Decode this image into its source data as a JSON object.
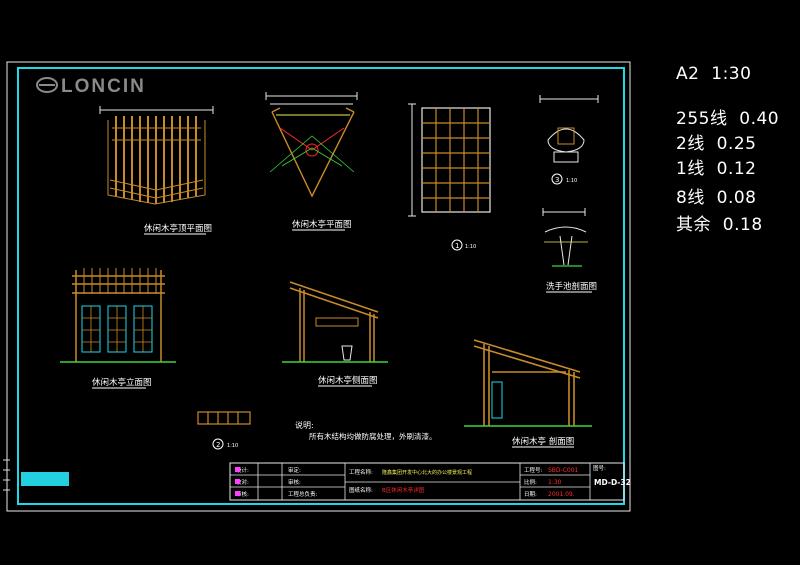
{
  "logo": {
    "text": "LONCIN"
  },
  "legend": {
    "paper": "A2  1:30",
    "rows": [
      "255线  0.40",
      "2线  0.25",
      "1线  0.12",
      "8线  0.08",
      "其余  0.18"
    ]
  },
  "views": {
    "top_plan": "休闲木亭顶平面图",
    "plan": "休闲木亭平面图",
    "front": "休闲木亭立面图",
    "side": "休闲木亭侧面图",
    "section": "休闲木亭 剖面图",
    "basin": "洗手池剖面图"
  },
  "detail_marks": {
    "d1": "1",
    "d1_scale": "1:10",
    "d2": "2",
    "d2_scale": "1:10",
    "d3": "3",
    "d3_scale": "1:10"
  },
  "notes": {
    "title": "说明:",
    "body": "所有木结构均做防腐处理，外刷清漆。"
  },
  "title_block": {
    "c1": [
      "设计:",
      "校对:",
      "审核:"
    ],
    "c2": [
      "审定:",
      "审核:",
      "工程总负责:"
    ],
    "project_label": "工程名称:",
    "project_name": "隆鑫集团开发中心北大的办公楼景观工程",
    "drawing_label": "图纸名称:",
    "drawing_name": "B区休闲木亭详图",
    "code_label": "工程号:",
    "code": "SBD-C001",
    "scale_label": "比例:",
    "scale": "1:30",
    "date_label": "日期:",
    "date": "2001.09.",
    "sheet_label": "图号:",
    "sheet": "MD-D-32"
  },
  "colors": {
    "frame": "#1fd8e8",
    "wood": "#c98a2a",
    "yellow": "#f2ee5a",
    "green": "#3cd63c",
    "white": "#ffffff",
    "red": "#ff2b2b",
    "magenta": "#ff40ff"
  }
}
